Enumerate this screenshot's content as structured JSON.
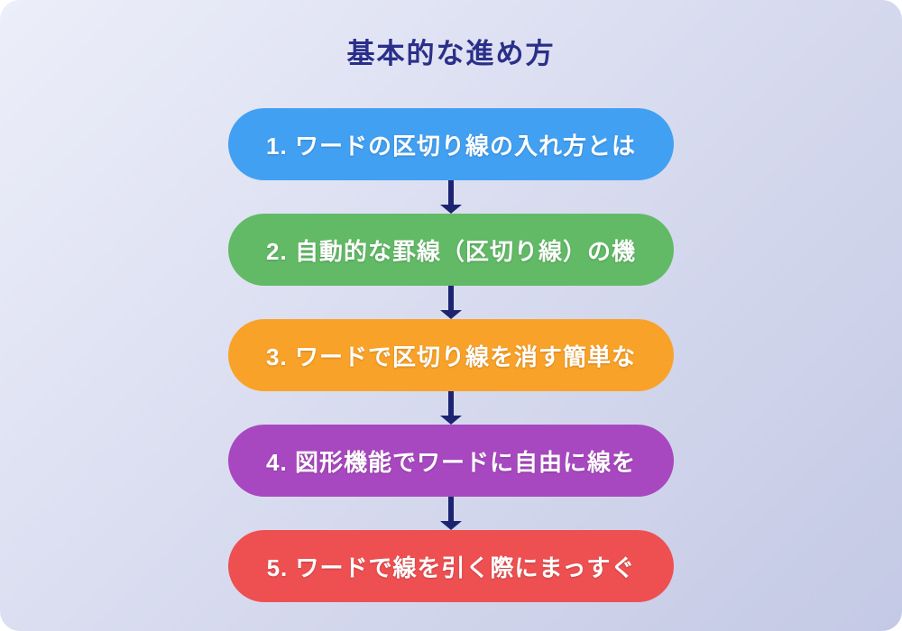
{
  "page": {
    "title": "基本的な進め方"
  },
  "flow": {
    "arrow_color": "#1c2472",
    "steps": [
      {
        "label": "1. ワードの区切り線の入れ方とは",
        "color": "#42a0f2"
      },
      {
        "label": "2. 自動的な罫線（区切り線）の機",
        "color": "#62ba66"
      },
      {
        "label": "3. ワードで区切り線を消す簡単な",
        "color": "#f9a229"
      },
      {
        "label": "4. 図形機能でワードに自由に線を",
        "color": "#a848c0"
      },
      {
        "label": "5. ワードで線を引く際にまっすぐ",
        "color": "#ee5052"
      }
    ]
  },
  "colors": {
    "background_start": "#eceef9",
    "background_mid": "#dde0f0",
    "background_end": "#c4c9e5",
    "title": "#2a2f8a"
  }
}
